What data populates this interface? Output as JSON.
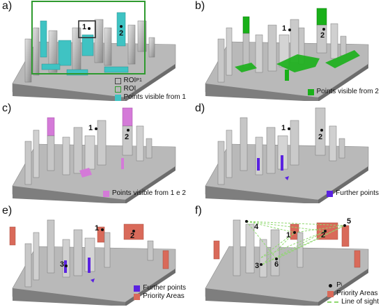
{
  "colors": {
    "roi_p1": "#444444",
    "roi": "#2e9a2e",
    "visible_1": "#3fc3c3",
    "visible_2": "#19b019",
    "visible_1_and_2": "#d47ad8",
    "further": "#5a22e0",
    "priority": "#d96a5a",
    "line_of_sight": "#8fd86f"
  },
  "panels": [
    {
      "id": "a",
      "label": "a)",
      "points": [
        "1",
        "2"
      ],
      "legend": [
        {
          "swatch": "outline-dark",
          "label": "ROI",
          "sub": "P1"
        },
        {
          "swatch": "outline-green",
          "label": "ROI"
        },
        {
          "swatch": "cyan",
          "label": "Points visible from 1"
        }
      ]
    },
    {
      "id": "b",
      "label": "b)",
      "points": [
        "1",
        "2"
      ],
      "legend": [
        {
          "swatch": "green",
          "label": "Points visible from 2"
        }
      ]
    },
    {
      "id": "c",
      "label": "c)",
      "points": [
        "1",
        "2"
      ],
      "legend": [
        {
          "swatch": "pink",
          "label": "Points visible from 1 e 2"
        }
      ]
    },
    {
      "id": "d",
      "label": "d)",
      "points": [
        "1",
        "2"
      ],
      "legend": [
        {
          "swatch": "purple",
          "label": "Further points"
        }
      ]
    },
    {
      "id": "e",
      "label": "e)",
      "points": [
        "1",
        "2",
        "3"
      ],
      "legend": [
        {
          "swatch": "purple",
          "label": "Further points"
        },
        {
          "swatch": "red",
          "label": "Priority Areas"
        }
      ]
    },
    {
      "id": "f",
      "label": "f)",
      "points": [
        "1",
        "2",
        "3",
        "4",
        "5",
        "6"
      ],
      "legend": [
        {
          "swatch": "dot",
          "label": "P",
          "sub": "i"
        },
        {
          "swatch": "red",
          "label": "Priority Areas"
        },
        {
          "swatch": "los",
          "label": "Line of sight"
        }
      ]
    }
  ]
}
